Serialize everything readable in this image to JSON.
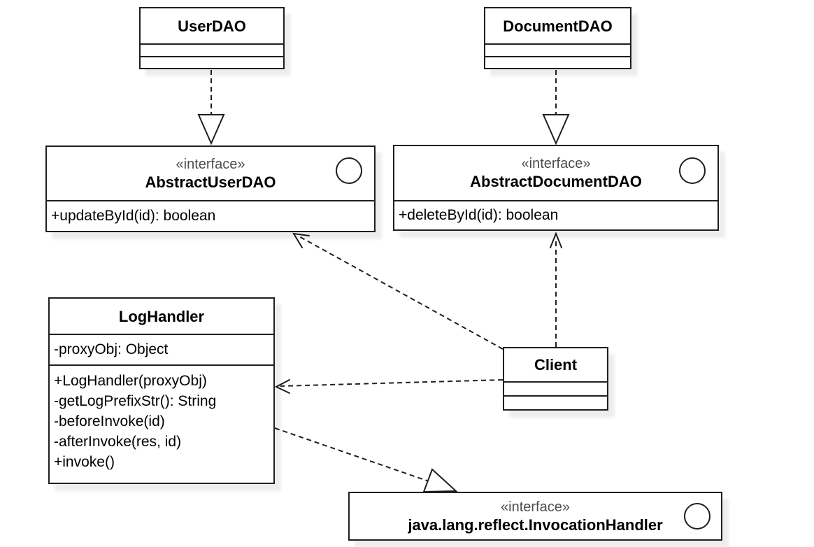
{
  "diagram": {
    "type": "uml-class-diagram",
    "colors": {
      "background": "#ffffff",
      "box_fill": "#ffffff",
      "stroke": "#1f1f1f",
      "name_text": "#000000",
      "stereotype_text": "#4d4d4d",
      "shadow": "rgba(0,0,0,0.07)"
    },
    "classes": [
      {
        "name": "UserDAO",
        "stereotype": "",
        "attributes": [],
        "methods": []
      },
      {
        "name": "DocumentDAO",
        "stereotype": "",
        "attributes": [],
        "methods": []
      },
      {
        "name": "AbstractUserDAO",
        "stereotype": "«interface»",
        "attributes": [],
        "methods": [
          "+updateById(id): boolean"
        ],
        "icon": "interface-circle-icon"
      },
      {
        "name": "AbstractDocumentDAO",
        "stereotype": "«interface»",
        "attributes": [],
        "methods": [
          "+deleteById(id): boolean"
        ],
        "icon": "interface-circle-icon"
      },
      {
        "name": "LogHandler",
        "stereotype": "",
        "attributes": [
          "-proxyObj: Object"
        ],
        "methods": [
          "+LogHandler(proxyObj)",
          "-getLogPrefixStr(): String",
          "-beforeInvoke(id)",
          "-afterInvoke(res, id)",
          "+invoke()"
        ]
      },
      {
        "name": "Client",
        "stereotype": "",
        "attributes": [],
        "methods": []
      },
      {
        "name": "java.lang.reflect.InvocationHandler",
        "stereotype": "«interface»",
        "attributes": [],
        "methods": [],
        "icon": "interface-circle-icon"
      }
    ],
    "relationships": [
      {
        "from": "UserDAO",
        "to": "AbstractUserDAO",
        "type": "realization",
        "line": "dashed",
        "arrowhead": "hollow-triangle"
      },
      {
        "from": "DocumentDAO",
        "to": "AbstractDocumentDAO",
        "type": "realization",
        "line": "dashed",
        "arrowhead": "hollow-triangle"
      },
      {
        "from": "Client",
        "to": "AbstractUserDAO",
        "type": "dependency",
        "line": "dashed",
        "arrowhead": "open"
      },
      {
        "from": "Client",
        "to": "AbstractDocumentDAO",
        "type": "dependency",
        "line": "dashed",
        "arrowhead": "open"
      },
      {
        "from": "Client",
        "to": "LogHandler",
        "type": "dependency",
        "line": "dashed",
        "arrowhead": "open"
      },
      {
        "from": "LogHandler",
        "to": "java.lang.reflect.InvocationHandler",
        "type": "realization",
        "line": "dashed",
        "arrowhead": "hollow-triangle"
      }
    ]
  }
}
